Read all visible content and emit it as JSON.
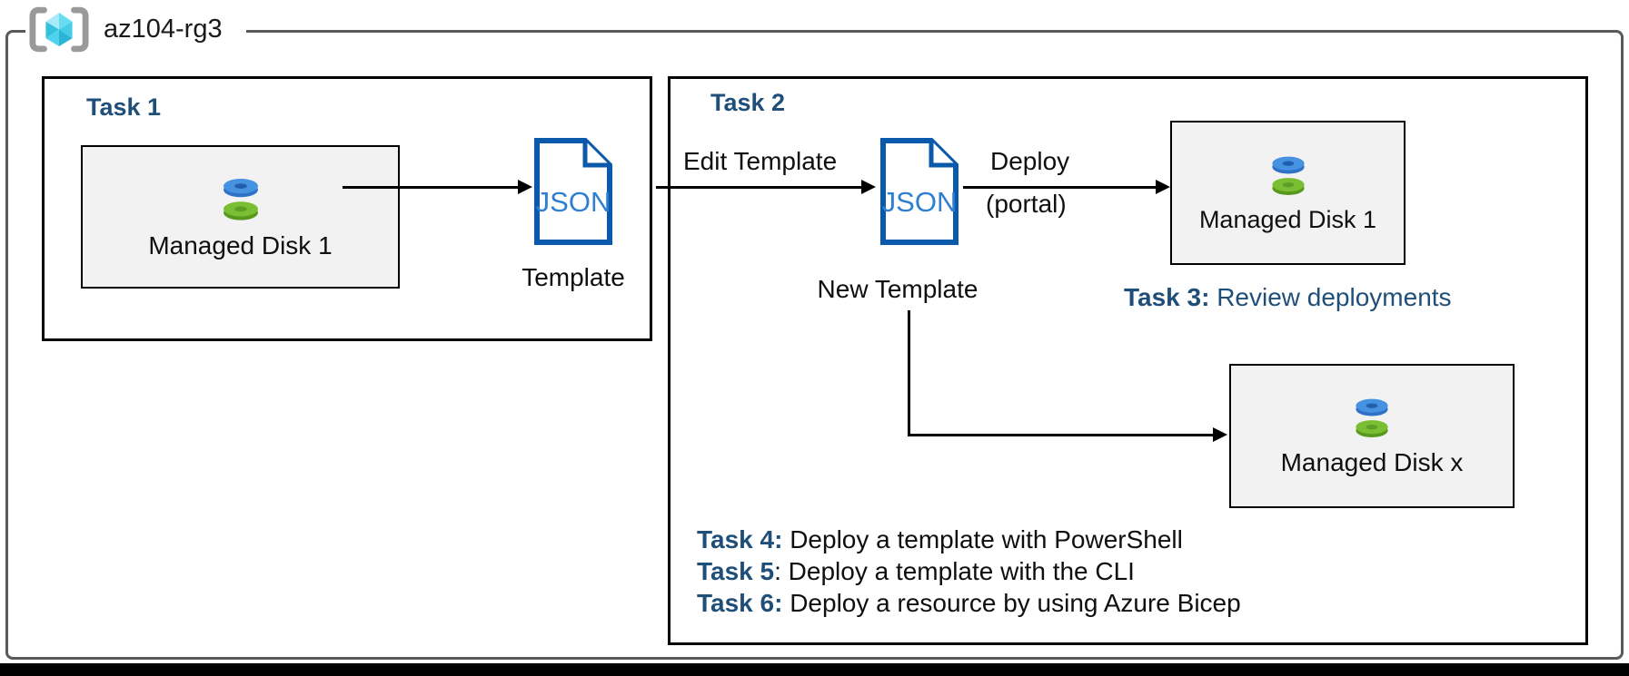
{
  "resource_group": {
    "label": "az104-rg3"
  },
  "task1": {
    "title": "Task 1",
    "disk_label": "Managed Disk 1",
    "template_icon_text": "JSON",
    "template_label": "Template"
  },
  "task2": {
    "title": "Task 2",
    "edit_template_label": "Edit Template",
    "new_template_icon_text": "JSON",
    "new_template_label": "New Template",
    "deploy_label": "Deploy",
    "deploy_sublabel": "(portal)",
    "managed_disk_1_label": "Managed Disk 1",
    "managed_disk_x_label": "Managed Disk x",
    "task3_prefix": "Task 3:",
    "task3_text": " Review deployments",
    "tasks": [
      {
        "prefix": "Task 4:",
        "colon": "",
        "text": " Deploy a template with PowerShell"
      },
      {
        "prefix": "Task 5",
        "colon": ":",
        "text": " Deploy a template with the CLI"
      },
      {
        "prefix": "Task 6:",
        "colon": "",
        "text": " Deploy a resource by using Azure Bicep"
      }
    ]
  },
  "colors": {
    "task_heading_blue": "#1F4E79",
    "doc_border_blue": "#0B59AB",
    "doc_text_blue": "#2E7FD2",
    "disk_blue": "#4792E0",
    "disk_green": "#7ABE33",
    "box_fill_gray": "#F2F2F2",
    "rg_border_gray": "#5A5A5A"
  }
}
